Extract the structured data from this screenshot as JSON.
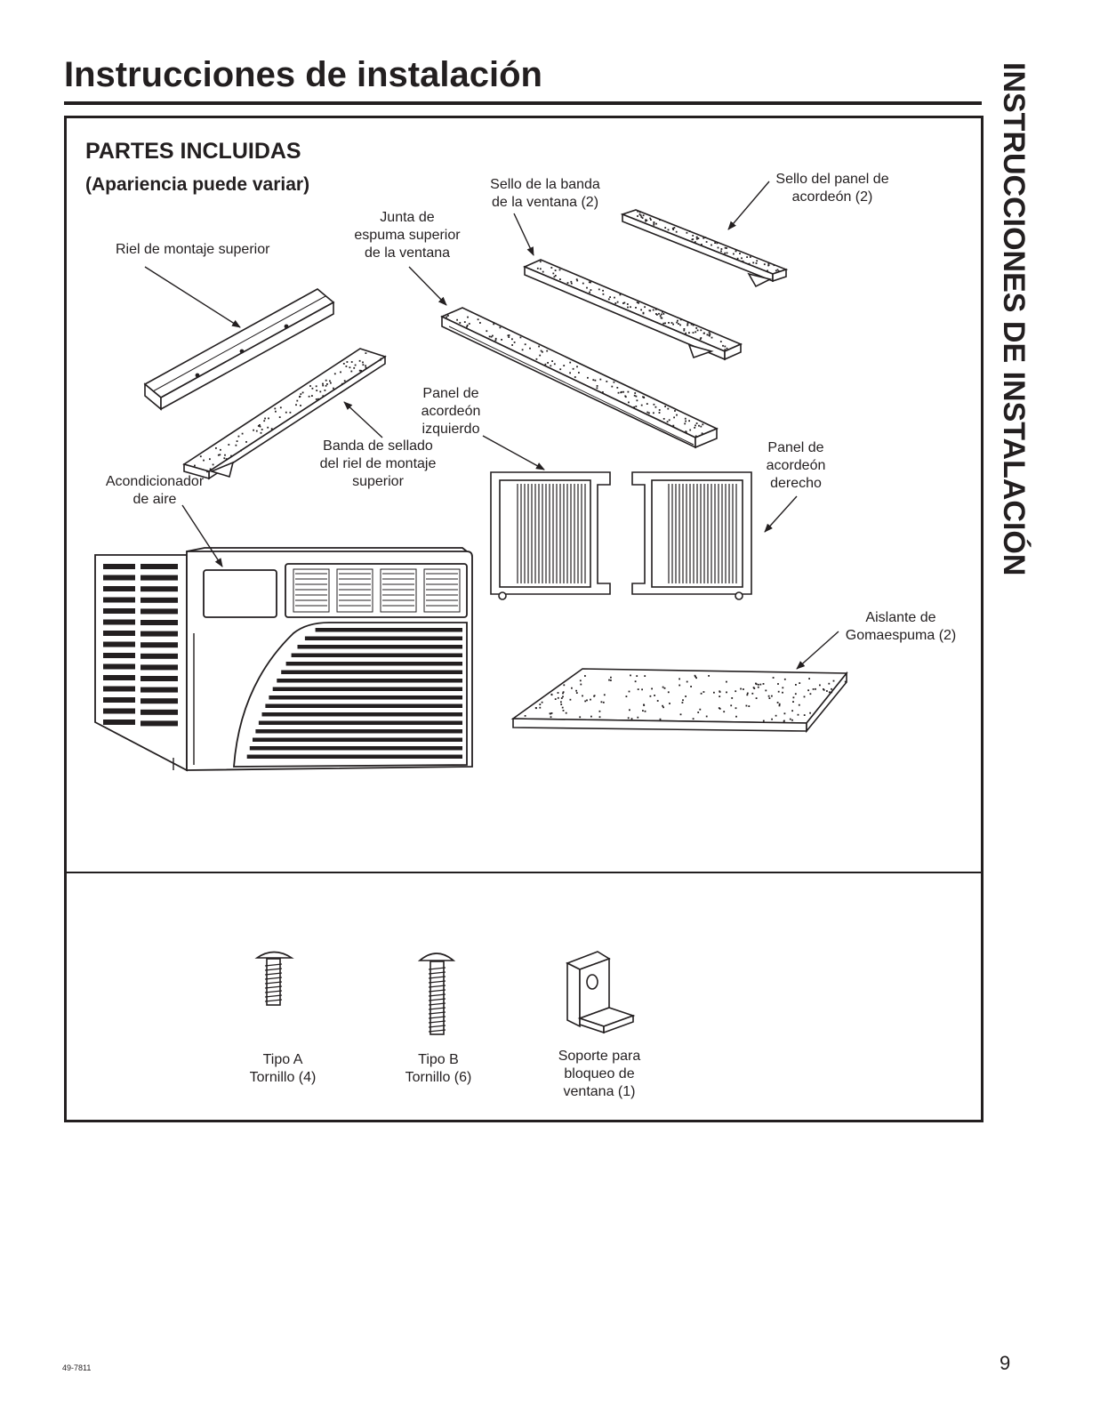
{
  "page": {
    "title": "Instrucciones de instalación",
    "side_title": "INSTRUCCIONES DE INSTALACIÓN",
    "doc_number": "49-7811",
    "page_number": "9"
  },
  "section": {
    "title": "PARTES INCLUIDAS",
    "subtitle": "(Apariencia puede variar)"
  },
  "parts": {
    "top_rail": [
      "Riel de montaje superior"
    ],
    "foam_gasket": [
      "Junta de",
      "espuma superior",
      "de la ventana"
    ],
    "sash_seal": [
      "Sello de la banda",
      "de la ventana (2)"
    ],
    "accordion_seal": [
      "Sello del panel de",
      "acordeón (2)"
    ],
    "rail_seal_strip": [
      "Banda de sellado",
      "del riel de montaje",
      "superior"
    ],
    "left_panel": [
      "Panel de",
      "acordeón",
      "izquierdo"
    ],
    "right_panel": [
      "Panel de",
      "acordeón",
      "derecho"
    ],
    "air_conditioner": [
      "Acondicionador",
      "de aire"
    ],
    "foam_insulation": [
      "Aislante de",
      "Gomaespuma (2)"
    ]
  },
  "hardware": {
    "screw_a": [
      "Tipo A",
      "Tornillo (4)"
    ],
    "screw_b": [
      "Tipo B",
      "Tornillo (6)"
    ],
    "window_lock": [
      "Soporte para",
      "bloqueo de",
      "ventana (1)"
    ]
  }
}
